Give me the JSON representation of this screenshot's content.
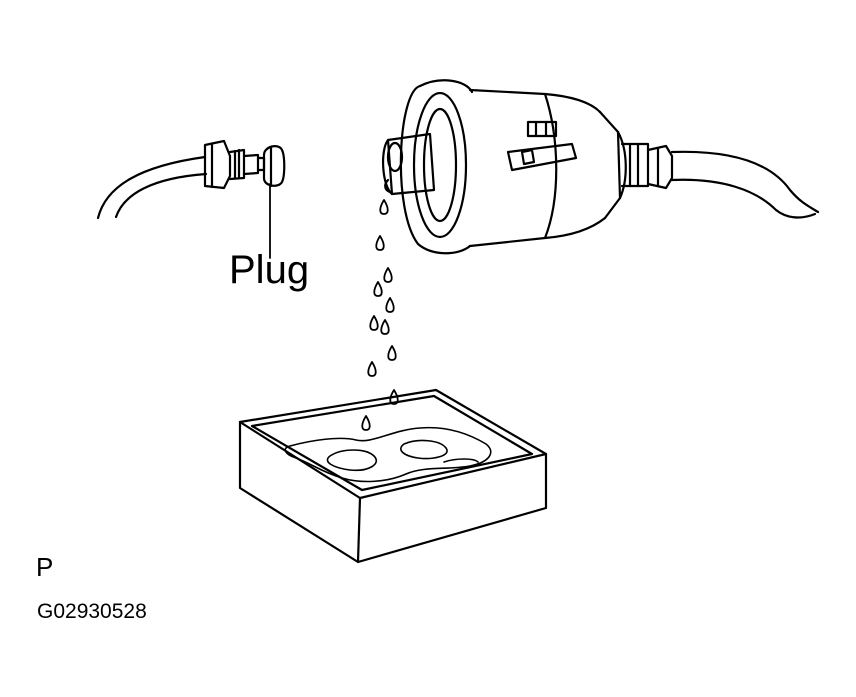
{
  "labels": {
    "plug": "Plug",
    "view_letter": "P",
    "figure_code": "G02930528"
  },
  "colors": {
    "line": "#000000",
    "background": "#ffffff"
  },
  "drops": [
    {
      "index": 1
    },
    {
      "index": 2
    },
    {
      "index": 3
    },
    {
      "index": 4
    },
    {
      "index": 5
    },
    {
      "index": 6
    },
    {
      "index": 7
    },
    {
      "index": 8
    },
    {
      "index": 9
    },
    {
      "index": 10
    },
    {
      "index": 11
    },
    {
      "index": 12
    },
    {
      "index": 13
    }
  ]
}
